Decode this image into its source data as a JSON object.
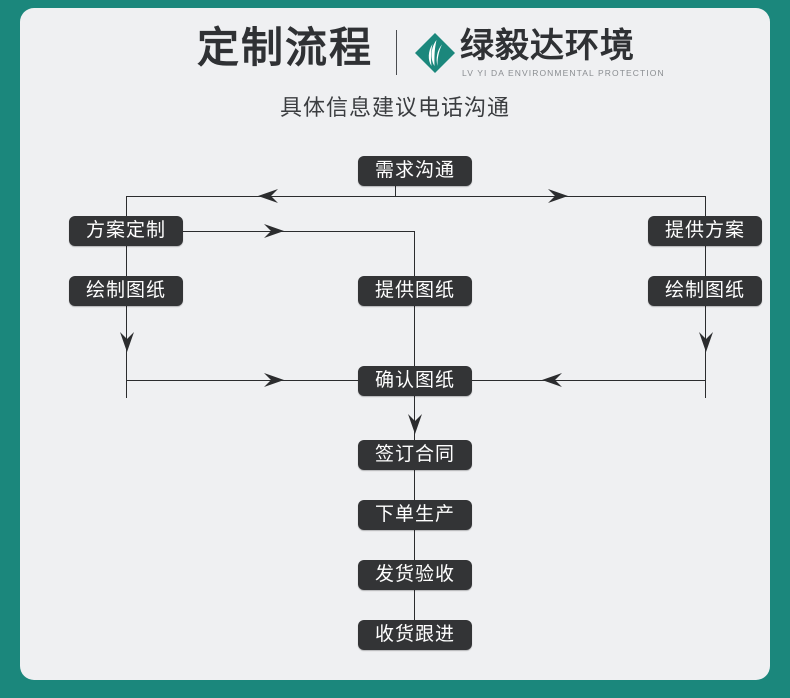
{
  "page": {
    "frame_color": "#1b877c",
    "panel_color": "#eff0f2",
    "node_color": "#333436",
    "line_color": "#2b2c2e"
  },
  "header": {
    "title": "定制流程",
    "subtitle": "具体信息建议电话沟通",
    "logo": {
      "name_zh": "绿毅达环境",
      "name_en": "LV YI DA ENVIRONMENTAL PROTECTION",
      "mark_color": "#1b877c"
    }
  },
  "flowchart": {
    "type": "flowchart",
    "nodes": [
      {
        "id": "n1",
        "label": "需求沟通",
        "column": "center",
        "row": 1
      },
      {
        "id": "n2",
        "label": "方案定制",
        "column": "left",
        "row": 2
      },
      {
        "id": "n3",
        "label": "提供方案",
        "column": "right",
        "row": 2
      },
      {
        "id": "n4",
        "label": "绘制图纸",
        "column": "left",
        "row": 3
      },
      {
        "id": "n5",
        "label": "提供图纸",
        "column": "center",
        "row": 3
      },
      {
        "id": "n6",
        "label": "绘制图纸",
        "column": "right",
        "row": 3
      },
      {
        "id": "n7",
        "label": "确认图纸",
        "column": "center",
        "row": 4
      },
      {
        "id": "n8",
        "label": "签订合同",
        "column": "center",
        "row": 5
      },
      {
        "id": "n9",
        "label": "下单生产",
        "column": "center",
        "row": 6
      },
      {
        "id": "n10",
        "label": "发货验收",
        "column": "center",
        "row": 7
      },
      {
        "id": "n11",
        "label": "收货跟进",
        "column": "center",
        "row": 8
      }
    ],
    "edges": [
      {
        "from": "n1",
        "to": "n2",
        "direction": "left"
      },
      {
        "from": "n1",
        "to": "n3",
        "direction": "right"
      },
      {
        "from": "n2",
        "to": "n4",
        "direction": "down"
      },
      {
        "from": "n2",
        "to": "n5",
        "direction": "right"
      },
      {
        "from": "n3",
        "to": "n6",
        "direction": "down"
      },
      {
        "from": "n4",
        "to": "n7",
        "direction": "right"
      },
      {
        "from": "n6",
        "to": "n7",
        "direction": "left"
      },
      {
        "from": "n5",
        "to": "n7",
        "direction": "down"
      },
      {
        "from": "n7",
        "to": "n8",
        "direction": "down"
      },
      {
        "from": "n8",
        "to": "n9",
        "direction": "down"
      },
      {
        "from": "n9",
        "to": "n10",
        "direction": "down"
      },
      {
        "from": "n10",
        "to": "n11",
        "direction": "down"
      }
    ]
  }
}
